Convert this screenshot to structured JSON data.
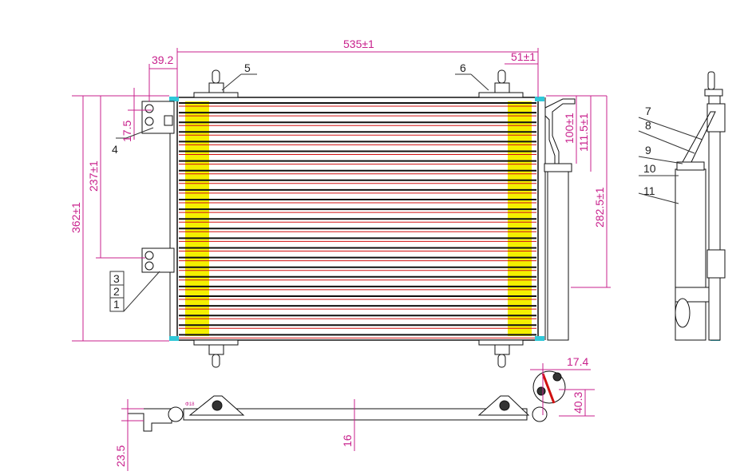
{
  "dimensions": {
    "width_overall": "535±1",
    "left_offset": "39.2",
    "right_offset": "51±1",
    "bracket_pitch": "17.5",
    "bracket_spacing": "237±1",
    "height_overall": "362±1",
    "pipe_drop_1": "100±1",
    "pipe_drop_2": "111.5±1",
    "drier_height": "282.5±1",
    "fitting_width": "17.4",
    "fitting_height": "40.3",
    "bottom_offset": "23.5",
    "depth": "16",
    "hole_diameter": "Φ18"
  },
  "callouts": [
    "1",
    "2",
    "3",
    "4",
    "5",
    "6",
    "7",
    "8",
    "9",
    "10",
    "11"
  ],
  "colors": {
    "line": "#111111",
    "dimension": "#c8208c",
    "centerline": "#d01010",
    "fin": "#f4f000",
    "seal": "#30c8d8"
  }
}
